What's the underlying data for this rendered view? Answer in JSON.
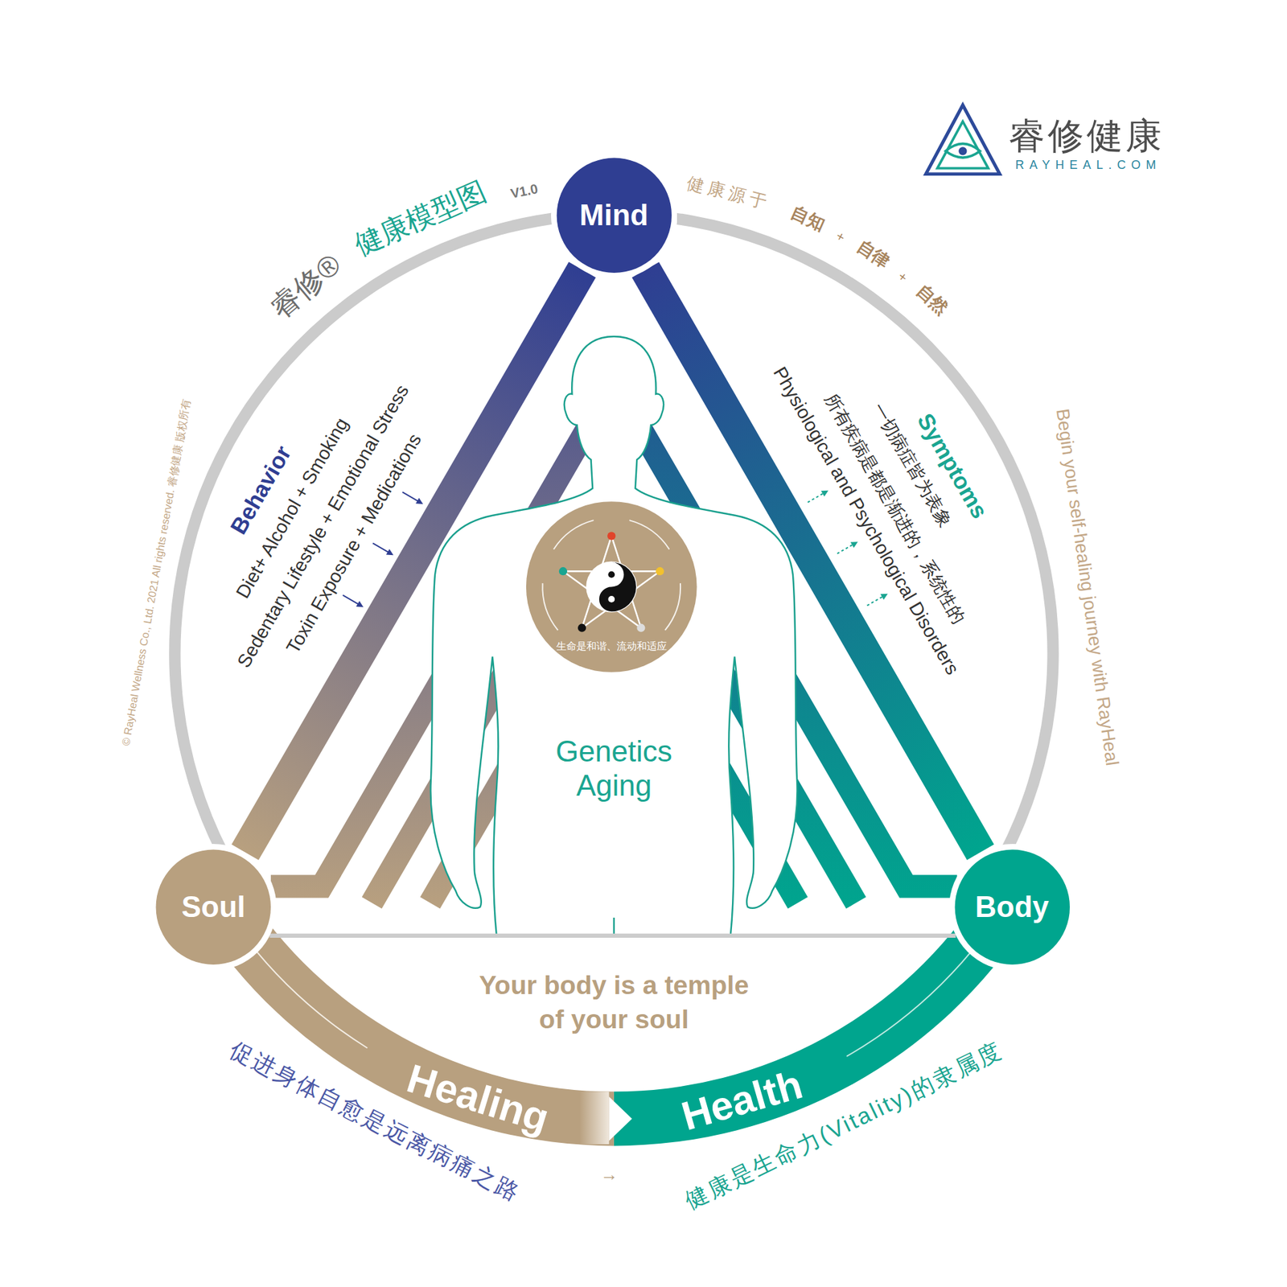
{
  "diagram": {
    "nodes": [
      {
        "text": [
          "Mind"
        ]
      },
      {
        "text": [
          "Soul"
        ]
      },
      {
        "text": [
          "Body"
        ]
      }
    ],
    "edges": [
      {
        "from": 0,
        "to": 1,
        "arrow": "none"
      },
      {
        "from": 0,
        "to": 2,
        "arrow": "none"
      },
      {
        "from": 1,
        "to": 2,
        "arrow": "none"
      }
    ],
    "labels": [
      "睿修健康",
      "RAYHEAL.COM",
      "睿修®",
      "健康模型图",
      "V1.0",
      "健康源于",
      "自知",
      "+",
      "自律",
      "+",
      "自然",
      "© RayHeal Wellness Co., Ltd. 2021 All rights reserved. 睿修健康 版权所有",
      "Begin your self-healing journey with RayHeal",
      "Behavior",
      "Diet+ Alcohol + Smoking",
      "Sedentary Lifestyle + Emotional Stress",
      "Toxin Exposure + Medications",
      "Symptoms",
      "一切病症皆为表象",
      "所有疾病是都是渐进的，系统性的",
      "Physiological and Psychological Disorders",
      "生命是和谐、流动和适应",
      "Genetics Aging",
      "Your body is a temple of your soul",
      "Healing",
      "Health",
      "促进身体自愈是远离病痛之路",
      "→",
      "健康是生命力(Vitality)的隶属度"
    ]
  }
}
